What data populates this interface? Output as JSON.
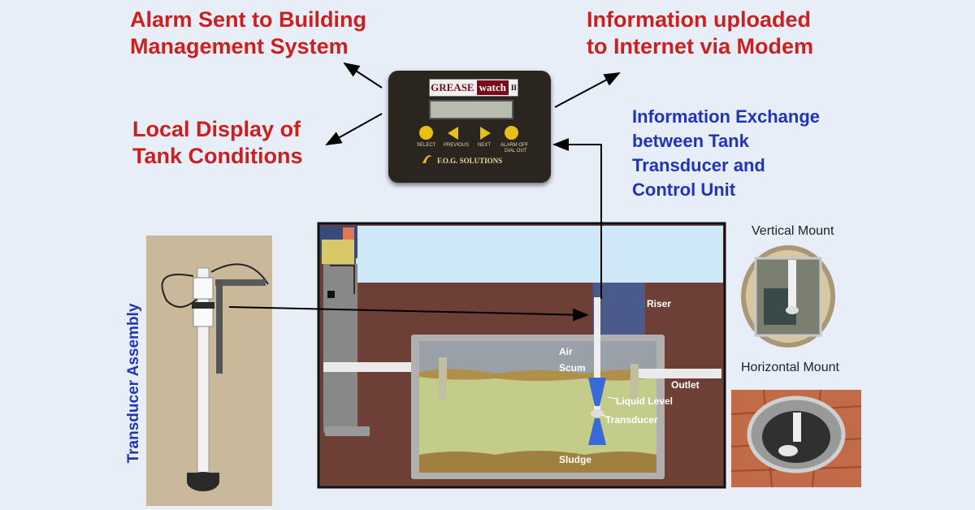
{
  "labels": {
    "alarm": [
      "Alarm Sent to Building",
      "Management System"
    ],
    "upload": [
      "Information uploaded",
      "to Internet via Modem"
    ],
    "local_display": [
      "Local Display of",
      "Tank Conditions"
    ],
    "exchange": [
      "Information Exchange",
      "between Tank",
      "Transducer and",
      "Control Unit"
    ],
    "transducer_assembly": "Transducer Assembly",
    "vertical_mount": "Vertical Mount",
    "horizontal_mount": "Horizontal Mount"
  },
  "tank": {
    "riser": "Riser",
    "air": "Air",
    "scum": "Scum",
    "outlet": "Outlet",
    "liquid_level": "Liquid Level",
    "transducer": "Transducer",
    "sludge": "Sludge"
  },
  "device": {
    "logo_grease": "GREASE",
    "logo_watch": "watch",
    "logo_suffix": "II",
    "buttons": [
      "SELECT",
      "PREVIOUS",
      "NEXT",
      "ALARM OFF"
    ],
    "button_sub": "DIAL OUT",
    "brand": "F.O.G. SOLUTIONS"
  },
  "colors": {
    "red_text": "#cc2020",
    "blue_text": "#2233bb",
    "device_body": "#2b2520",
    "button_yellow": "#e8c013",
    "soil": "#6e3f36",
    "liquid": "#c3cc88",
    "scum": "#b09048",
    "sludge": "#a08040",
    "riser": "#4a5a8a",
    "sky": "#cfe8f8"
  }
}
